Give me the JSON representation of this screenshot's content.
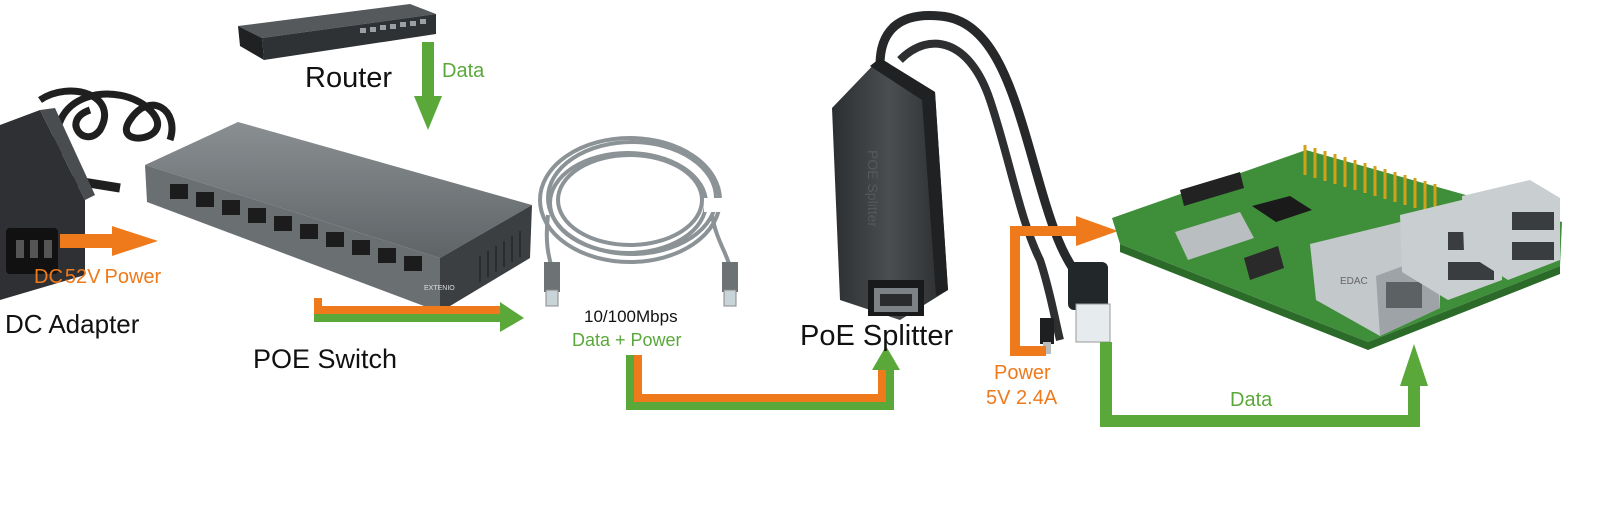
{
  "colors": {
    "data": "#5aa83a",
    "power": "#ee7a1c",
    "device": "#3a3d40",
    "board": "#3f8f3a"
  },
  "labels": {
    "router": "Router",
    "router_data": "Data",
    "dc_prefix": "DC",
    "dc_voltage": "52V",
    "dc_power": "Power",
    "dc_adapter": "DC Adapter",
    "poe_switch": "POE Switch",
    "speed": "10/100Mbps",
    "data_power": "Data + Power",
    "poe_splitter": "PoE Splitter",
    "splitter_power": "Power",
    "splitter_spec": "5V 2.4A",
    "pi_data": "Data"
  },
  "device_text": {
    "splitter_body": "POE Splitter",
    "switch_brand": "EXTENIO",
    "board_chip": "EDAC"
  },
  "icons": {
    "router": "network-router-icon",
    "adapter": "power-adapter-icon",
    "switch": "poe-switch-icon",
    "cable": "ethernet-cable-icon",
    "splitter": "poe-splitter-icon",
    "board": "raspberry-pi-board-icon"
  }
}
